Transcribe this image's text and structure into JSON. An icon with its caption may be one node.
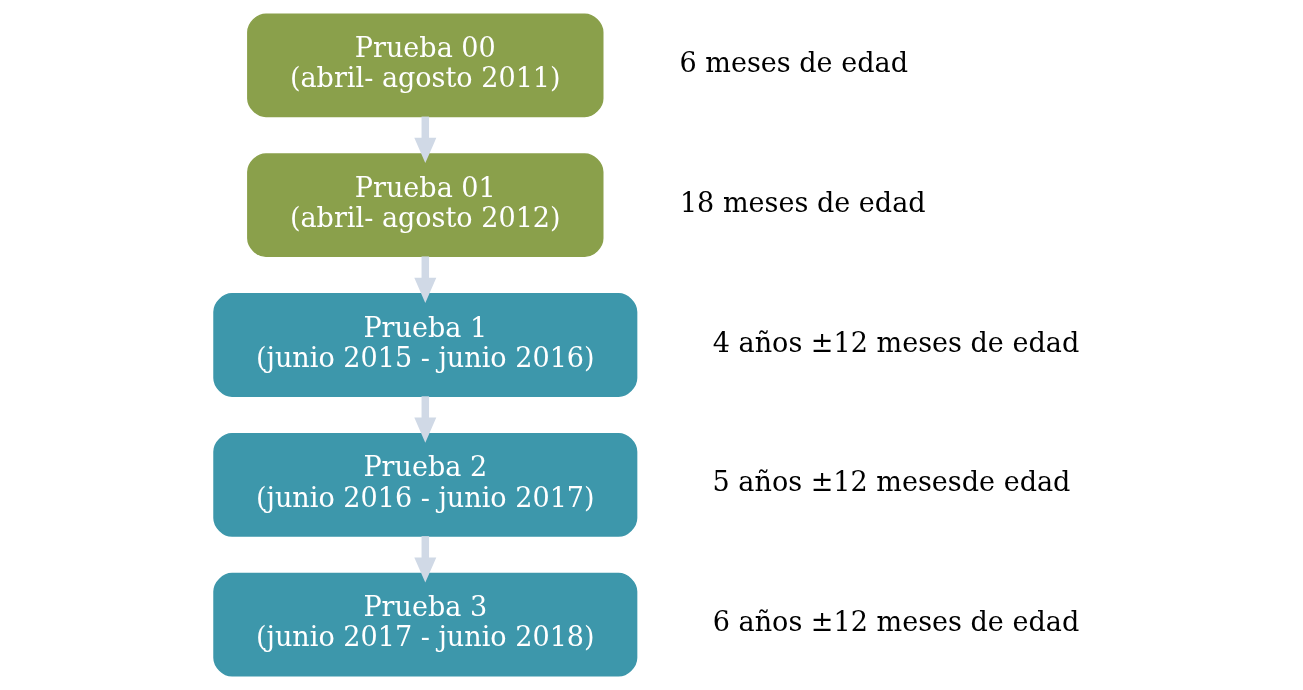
{
  "diagram": {
    "nodes": [
      {
        "text": [
          "Prueba 00",
          "(abril- agosto 2011)"
        ],
        "beside": [
          "6 meses de edad"
        ]
      },
      {
        "text": [
          "Prueba 01",
          "(abril- agosto 2012)"
        ],
        "beside": [
          "18 meses de edad"
        ]
      },
      {
        "text": [
          "Prueba 1",
          "(junio 2015 - junio 2016)"
        ],
        "beside": [
          "4 años ±12 meses de edad"
        ]
      },
      {
        "text": [
          "Prueba 2",
          "(junio 2016 - junio 2017)"
        ],
        "beside": [
          "5 años ±12 mesesde edad"
        ]
      },
      {
        "text": [
          "Prueba 3",
          "(junio 2017 - junio 2018)"
        ],
        "beside": [
          "6 años ±12 meses de edad"
        ]
      }
    ],
    "edges": [
      {
        "from": 0,
        "to": 1,
        "arrow": "to"
      },
      {
        "from": 1,
        "to": 2,
        "arrow": "to"
      },
      {
        "from": 2,
        "to": 3,
        "arrow": "to"
      },
      {
        "from": 3,
        "to": 4,
        "arrow": "to"
      }
    ]
  }
}
